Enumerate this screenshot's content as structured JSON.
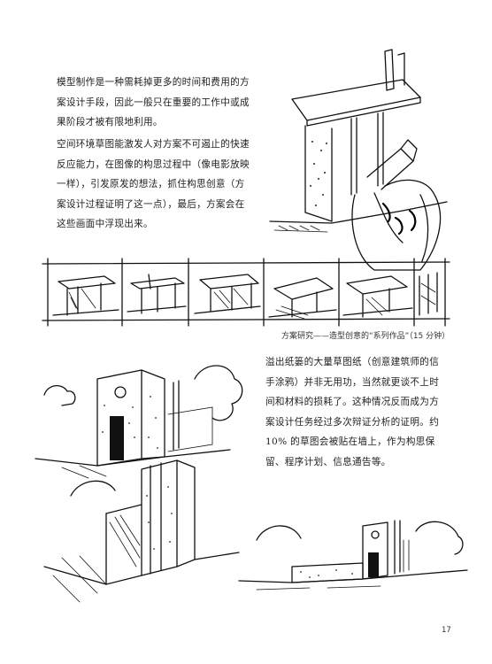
{
  "paragraphs": {
    "p1": "模型制作是一种需耗掉更多的时间和费用的方案设计手段，因此一般只在重要的工作中或成果阶段才被有限地利用。",
    "p2": "空间环境草图能激发人对方案不可遏止的快速反应能力，在图像的构思过程中（像电影放映一样），引发原发的想法，抓住构思创意（方案设计过程证明了这一点），最后，方案会在这些画面中浮现出来。",
    "p3": "溢出纸篓的大量草图纸（创意建筑师的信手涂鸦）并非无用功，当然就更谈不上时间和材料的损耗了。这种情况反而成为方案设计任务经过多次辩证分析的证明。约 10% 的草图会被贴在墙上，作为构思保留、程序计划、信息通告等。"
  },
  "caption": "方案研究——造型创意的“系列作品”（15 分钟）",
  "page_number": "17"
}
